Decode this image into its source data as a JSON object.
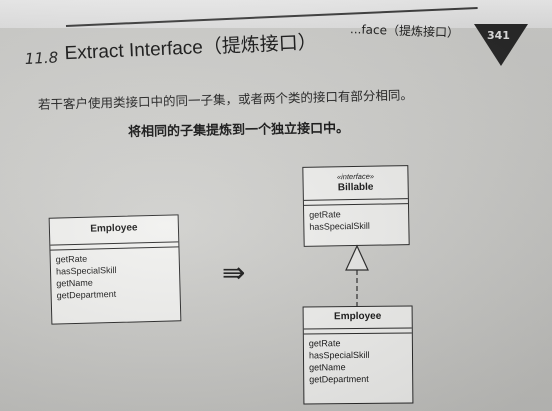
{
  "header": {
    "running_head": "...face（提炼接口）",
    "page_number": "341"
  },
  "section": {
    "number": "11.8",
    "title": "Extract Interface（提炼接口）"
  },
  "summary": "若干客户使用类接口中的同一子集，或者两个类的接口有部分相同。",
  "motivation": "将相同的子集提炼到一个独立接口中。",
  "diagram": {
    "before": {
      "class_name": "Employee",
      "operations": [
        "getRate",
        "hasSpecialSkill",
        "getName",
        "getDepartment"
      ]
    },
    "arrow": "⇛",
    "after_interface": {
      "stereotype": "«interface»",
      "name": "Billable",
      "operations": [
        "getRate",
        "hasSpecialSkill"
      ]
    },
    "after_class": {
      "class_name": "Employee",
      "operations": [
        "getRate",
        "hasSpecialSkill",
        "getName",
        "getDepartment"
      ]
    }
  }
}
